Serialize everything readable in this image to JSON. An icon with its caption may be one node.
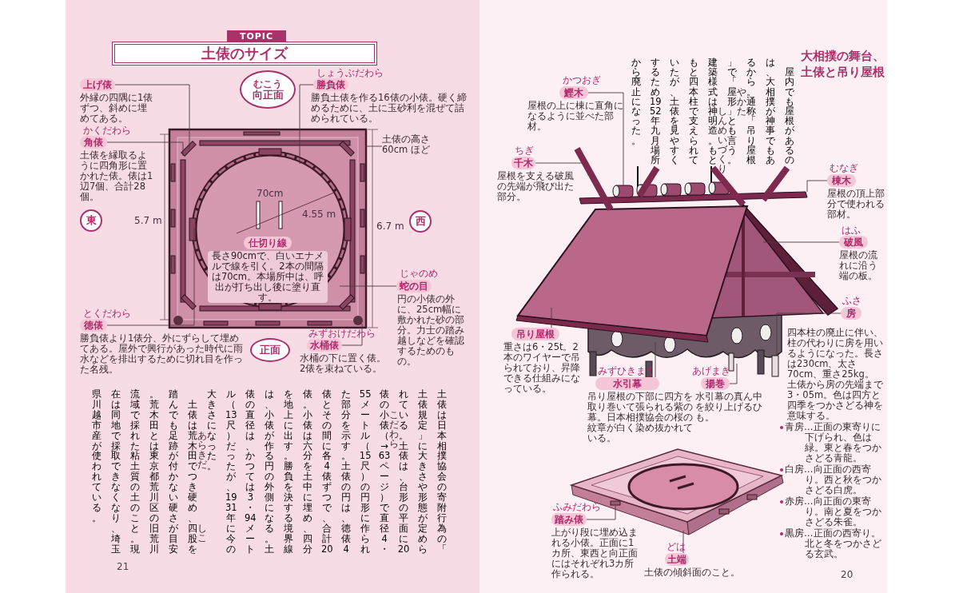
{
  "diagram": {
    "title": "大相撲の舞台、土俵と吊り屋根",
    "nodes": [
      {
        "text": [
          "TOPIC"
        ]
      },
      {
        "text": [
          "土俵のサイズ"
        ]
      },
      {
        "text": [
          "上げ俵"
        ],
        "beside": [
          "外縁の四隅に1俵ずつ、斜めに埋めてある。"
        ]
      },
      {
        "text": [
          "むこう",
          "向正面"
        ]
      },
      {
        "text": [
          "勝負俵"
        ],
        "beside": [
          "しょうぶだわら",
          "勝負土俵を作る16俵の小俵。硬く締めるために、土に玉砂利を混ぜて詰められている。"
        ]
      },
      {
        "text": [
          "角俵"
        ],
        "beside": [
          "かくだわら",
          "土俵を縁取るように四角形に置かれた俵。俵は1辺7個、合計28個。"
        ]
      },
      {
        "text": [
          "土俵の高さ60cm ほど"
        ]
      },
      {
        "text": [
          "東"
        ]
      },
      {
        "text": [
          "西"
        ]
      },
      {
        "text": [],
        "shape": "picture"
      },
      {
        "text": [
          "仕切り線"
        ],
        "beside": [
          "長さ90cmで、白いエナメルで線を引く。2本の間隔は70cm。本場所中は、呼出が打ち出し後に塗り直す。"
        ],
        "in": 9
      },
      {
        "text": [
          "蛇の目"
        ],
        "beside": [
          "じゃのめ",
          "円の小俵の外に、25cm幅に敷かれた砂の部分。力士の踏み越しなどを確認するためのもの。"
        ]
      },
      {
        "text": [
          "徳俵"
        ],
        "beside": [
          "とくだわら",
          "勝負俵より1俵分、外にずらして埋めてある。屋外で興行があった時代に雨水などを排出するために切れ目を作った名残。"
        ]
      },
      {
        "text": [
          "正面"
        ]
      },
      {
        "text": [
          "水桶俵"
        ],
        "beside": [
          "みずおけだわら",
          "水桶の下に置く俵。2俵を束ねている。"
        ]
      },
      {
        "text": [
          "鰹木"
        ],
        "beside": [
          "かつおぎ",
          "屋根の上に棟に直角になるように並べた部材。"
        ]
      },
      {
        "text": [
          "千木"
        ],
        "beside": [
          "ちぎ",
          "屋根を支える破風の先端が飛び出た部分。"
        ]
      },
      {
        "text": [
          "棟木"
        ],
        "beside": [
          "むなぎ",
          "屋根の頂上部分で使われる部材。"
        ]
      },
      {
        "text": [
          "吊り屋根"
        ],
        "beside": [
          "重さは6・25t。2本のワイヤーで吊られており、昇降できる仕組みになっている。"
        ]
      },
      {
        "text": [
          "破風"
        ],
        "beside": [
          "はふ",
          "屋根の流れに沿う端の板。"
        ]
      },
      {
        "text": [
          "水引幕"
        ],
        "beside": [
          "みずひきまく",
          "吊り屋根の下部に四方を取り巻いて張られる紫の幕。日本相撲協会の桜の紋章が白く染め抜かれている。"
        ]
      },
      {
        "text": [
          "揚巻"
        ],
        "beside": [
          "あげまき",
          "水引幕の真ん中を絞り上げるひも。"
        ]
      },
      {
        "text": [
          "房"
        ],
        "beside": [
          "ふさ",
          "四本柱の廃止に伴い、柱の代わりに房を用いるようになった。長さは230cm、太さ70cm、重さ25kg。土俵から房の先端まで3・05m。色は四方と四季をつかさどる神を意味する。",
          "青房…正面の東寄りに下げられ、色は緑。東と春をつかさどる青龍。",
          "白房…向正面の西寄り。西と秋をつかさどる白虎。",
          "赤房…向正面の東寄り。南と夏をつかさどる朱雀。",
          "黒房…正面の西寄り。北と冬をつかさどる玄武。"
        ]
      },
      {
        "text": [
          "踏み俵"
        ],
        "beside": [
          "ふみだわら",
          "上がり段に埋め込まれる小俵。正面に1カ所、東西と向正面にはそれぞれ3カ所作られる。"
        ]
      },
      {
        "text": [
          "土端"
        ],
        "beside": [
          "どは",
          "土俵の傾斜面のこと。"
        ]
      },
      {
        "text": [],
        "shape": "picture"
      },
      {
        "text": [],
        "shape": "picture"
      }
    ],
    "edges": [
      {
        "from": 2,
        "to": 9,
        "arrow": "none"
      },
      {
        "from": 4,
        "to": 9,
        "arrow": "none"
      },
      {
        "from": 5,
        "to": 9,
        "arrow": "none"
      },
      {
        "from": 6,
        "to": 9,
        "arrow": "none"
      },
      {
        "from": 11,
        "to": 9,
        "arrow": "none"
      },
      {
        "from": 12,
        "to": 9,
        "arrow": "none"
      },
      {
        "from": 14,
        "to": 9,
        "arrow": "none"
      },
      {
        "from": 15,
        "to": 25,
        "arrow": "none"
      },
      {
        "from": 16,
        "to": 25,
        "arrow": "none"
      },
      {
        "from": 17,
        "to": 25,
        "arrow": "none"
      },
      {
        "from": 18,
        "to": 25,
        "arrow": "none"
      },
      {
        "from": 20,
        "to": 25,
        "arrow": "none"
      },
      {
        "from": 21,
        "to": 25,
        "arrow": "none"
      },
      {
        "from": 19,
        "to": 25,
        "arrow": "none"
      },
      {
        "from": 22,
        "to": 25,
        "arrow": "none"
      },
      {
        "from": 23,
        "to": 26,
        "arrow": "none"
      },
      {
        "from": 24,
        "to": 26,
        "arrow": "none"
      }
    ],
    "labels": [
      "70cm",
      "4.55 m",
      "5.7 m",
      "6.7 m",
      "土俵は日本相撲協会の寄附行為の「土俵規定」に大きさや形態が定められている。土俵は、台形の平面に20俵の小俵（→63ページ）で直径4・55メートル（15尺）の円形に作られた部分を示す。土俵の円は、徳俵4俵とその間に各4俵ずつで、合計20俵。小俵は六分を土中に埋め、四分を地上に出す。勝負を決する境界線は、小俵が作る円の外側になる。土俵の直径は、かつては3・94メートル（13尺）だったが、1931年に今の大きさになった。",
      "土俵は荒木田でつき硬め、四股を踏んでも足跡が付かない硬さが目安。荒木田とは東京都荒川区の旧荒川流域で採れた粘土質の土のこと。現在は同地で採取できなくなり、埼玉県川越市産が使われている。",
      "こだわら",
      "あらきだ",
      "しこ",
      "21",
      "屋内でも屋根があるのは、大相撲が神事でもあるから。通称「吊り屋根」で「屋形」とも言う。建築様式は神明造。もともと四本柱で支えられていたが、土俵を見やすくするため1952年九月場所から廃止になった。",
      "やかた",
      "しんめいづくり",
      "20"
    ]
  }
}
